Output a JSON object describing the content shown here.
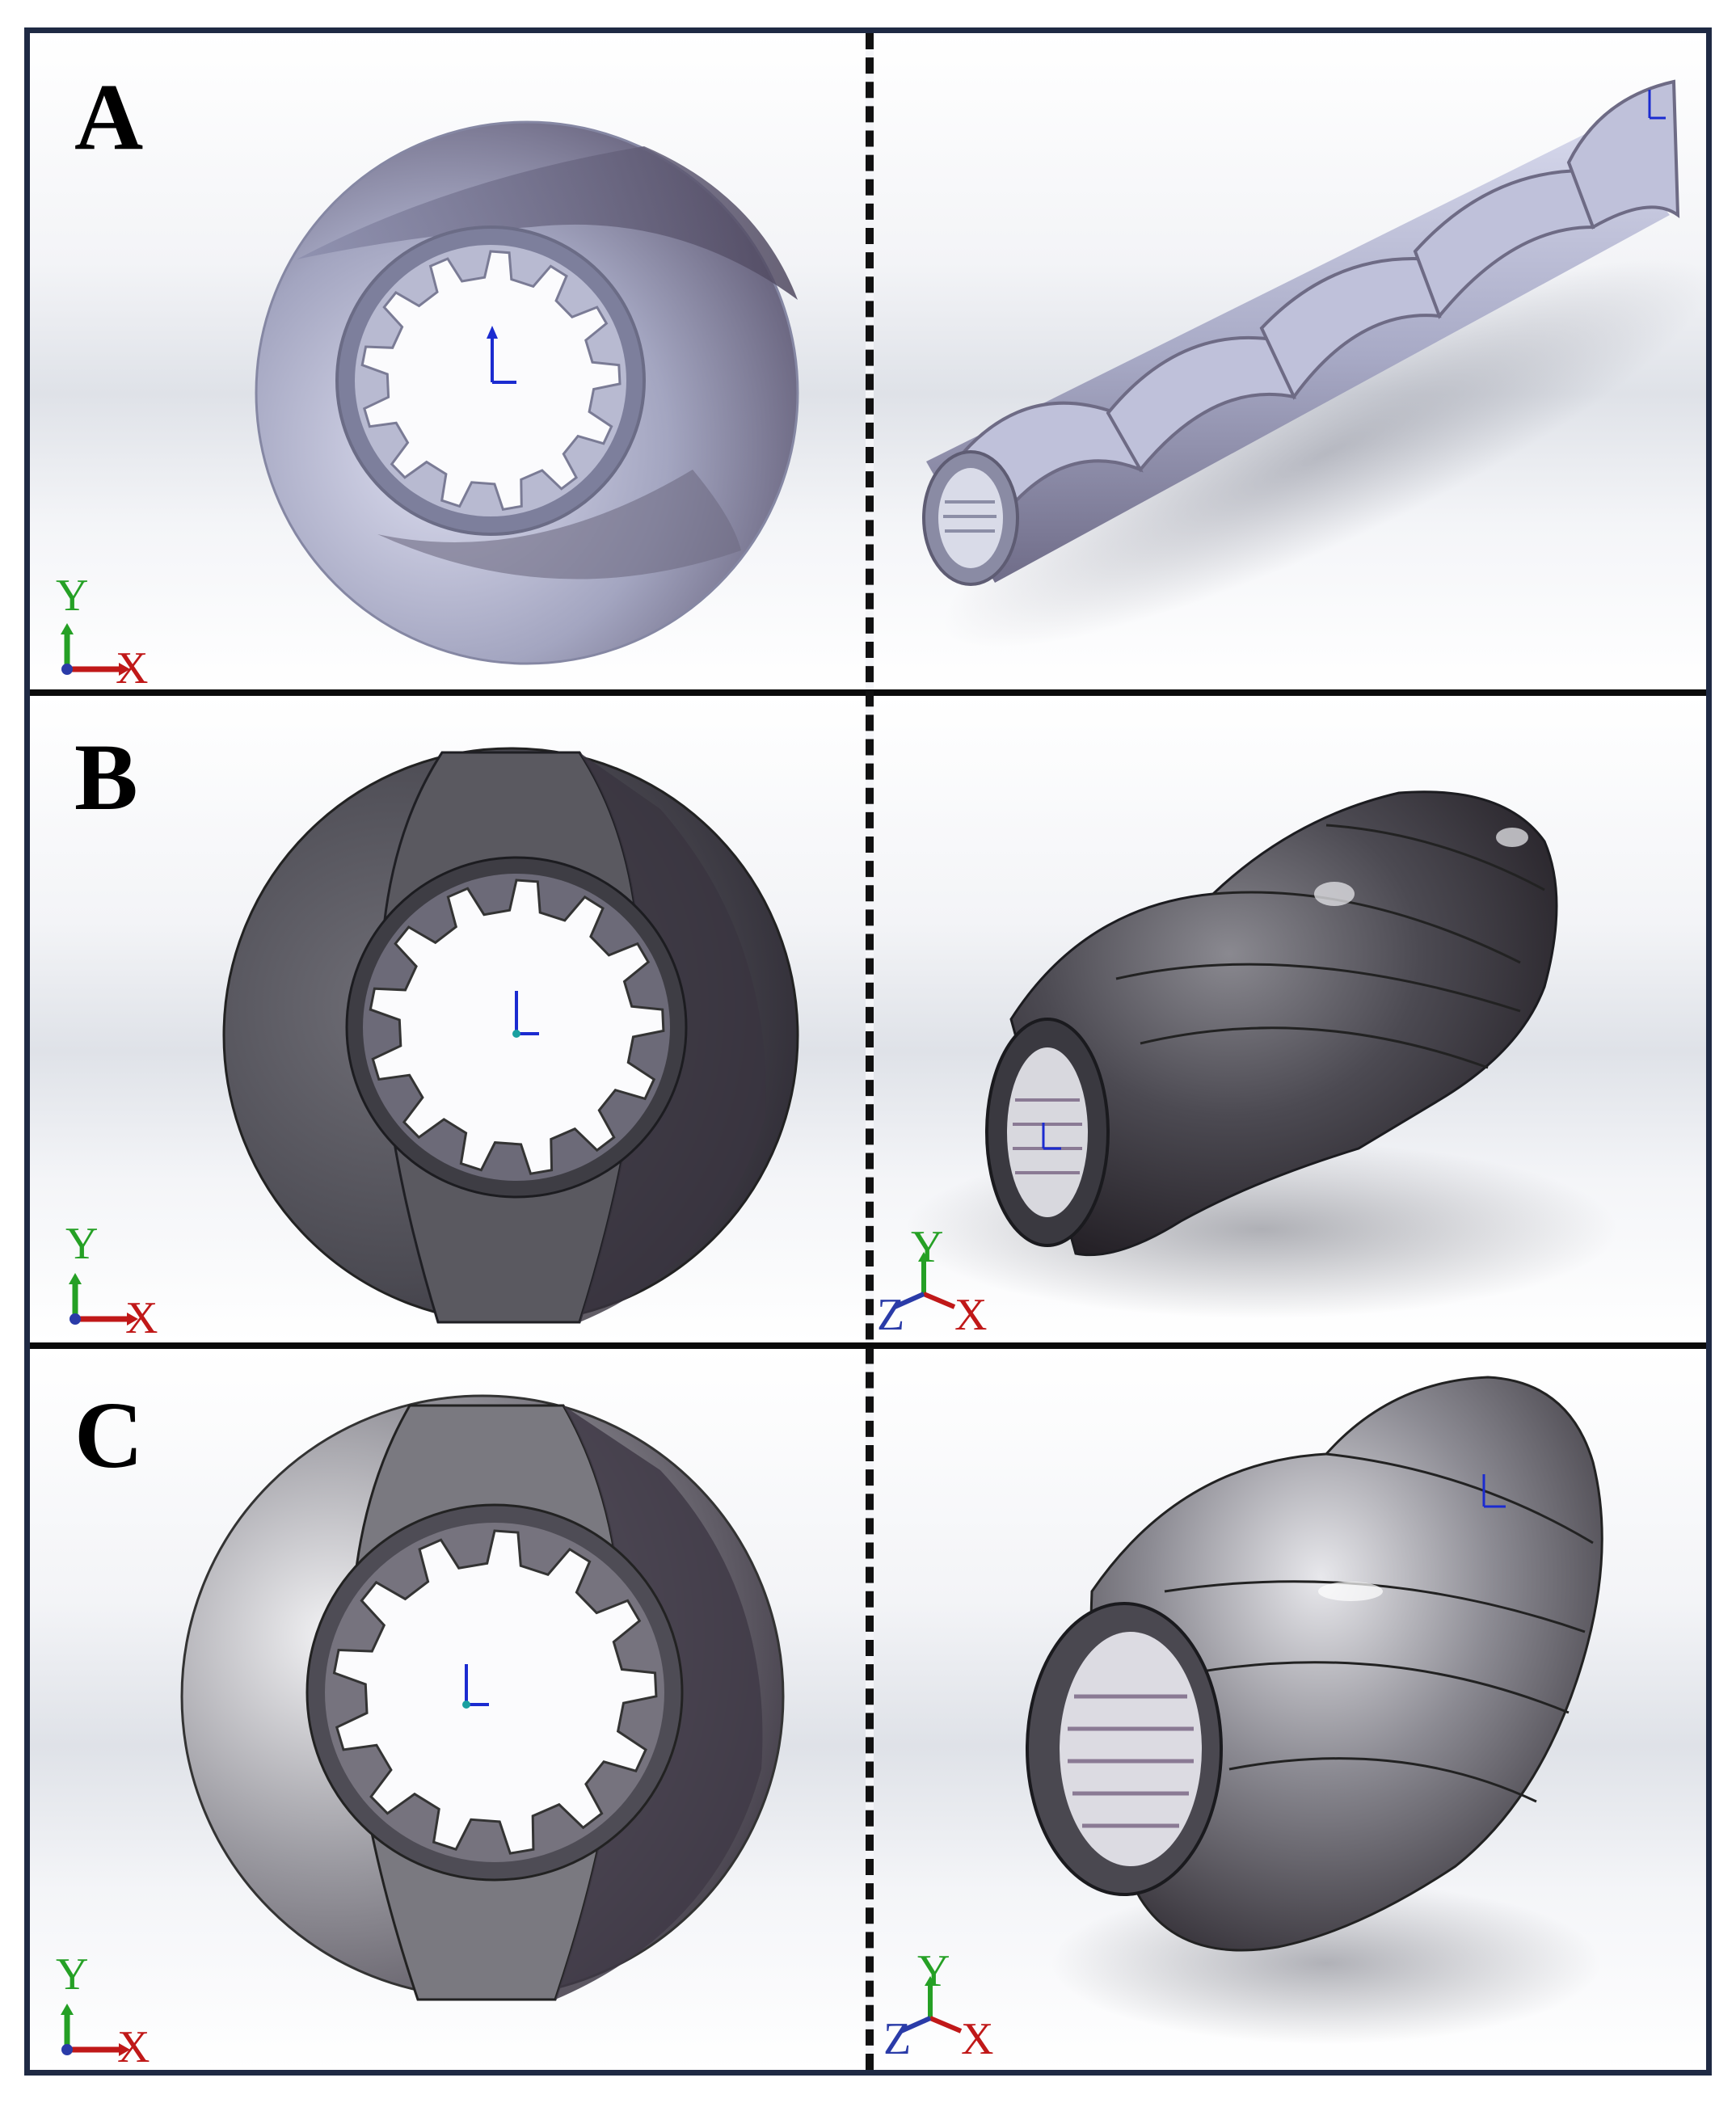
{
  "panels": [
    {
      "label": "A",
      "front_axes": {
        "y": "Y",
        "x": "X"
      }
    },
    {
      "label": "B",
      "front_axes": {
        "y": "Y",
        "x": "X"
      },
      "iso_axes": {
        "y": "Y",
        "z": "Z",
        "x": "X"
      }
    },
    {
      "label": "C",
      "front_axes": {
        "y": "Y",
        "x": "X"
      },
      "iso_axes": {
        "y": "Y",
        "z": "Z",
        "x": "X"
      }
    }
  ],
  "colors": {
    "frame": "#1f2a44",
    "panel_a_body": "#9b9db8",
    "panel_b_body": "#4a4950",
    "panel_c_body": "#8f8e96",
    "axis_y": "#25a025",
    "axis_x": "#c01818",
    "axis_z": "#2a3ba8"
  }
}
